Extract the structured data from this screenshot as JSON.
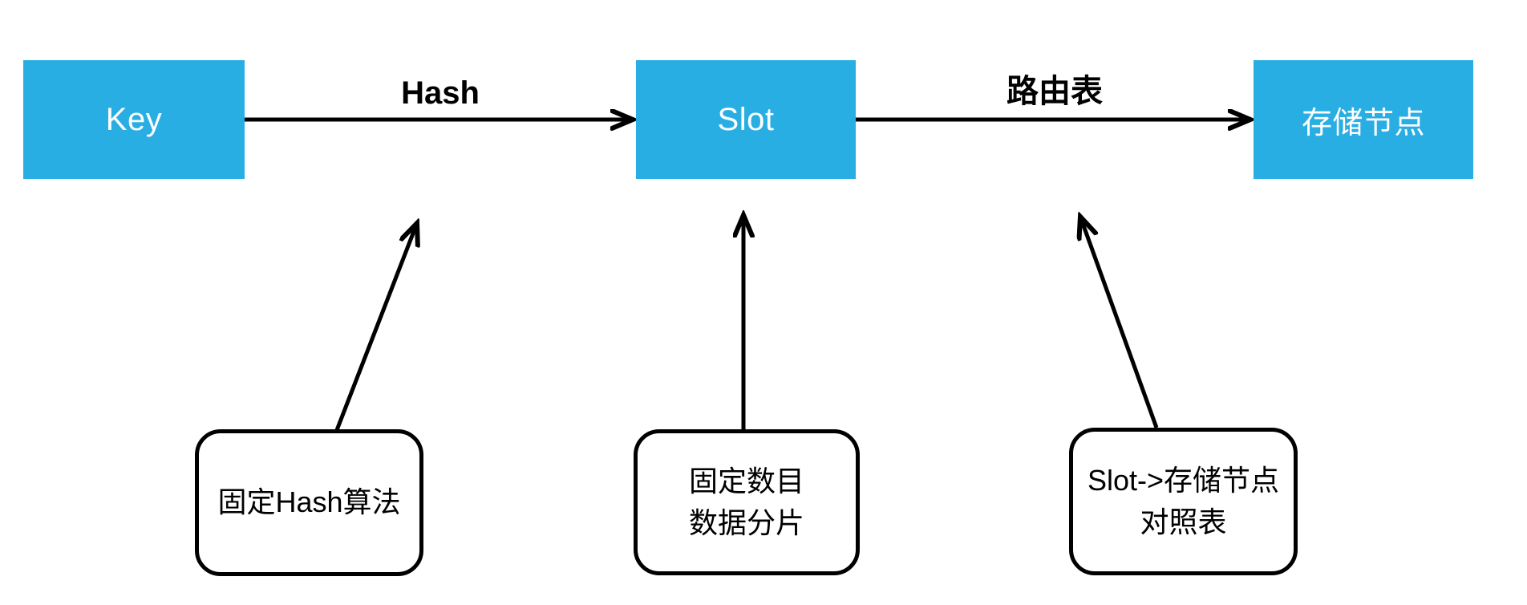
{
  "diagram": {
    "nodes": [
      {
        "id": "key",
        "label": "Key"
      },
      {
        "id": "slot",
        "label": "Slot"
      },
      {
        "id": "storage",
        "label": "存储节点"
      }
    ],
    "edges": [
      {
        "from": "key",
        "to": "slot",
        "label": "Hash"
      },
      {
        "from": "slot",
        "to": "storage",
        "label": "路由表"
      }
    ],
    "annotations": [
      {
        "points_to": "hash-edge",
        "lines": [
          "固定Hash算法"
        ]
      },
      {
        "points_to": "slot-node",
        "lines": [
          "固定数目",
          "数据分片"
        ]
      },
      {
        "points_to": "route-edge",
        "lines": [
          "Slot->存储节点",
          "对照表"
        ]
      }
    ],
    "colors": {
      "node_fill": "#29AEE3",
      "node_text": "#ffffff",
      "line": "#000000",
      "annotation_border": "#000000",
      "background": "#ffffff"
    }
  }
}
